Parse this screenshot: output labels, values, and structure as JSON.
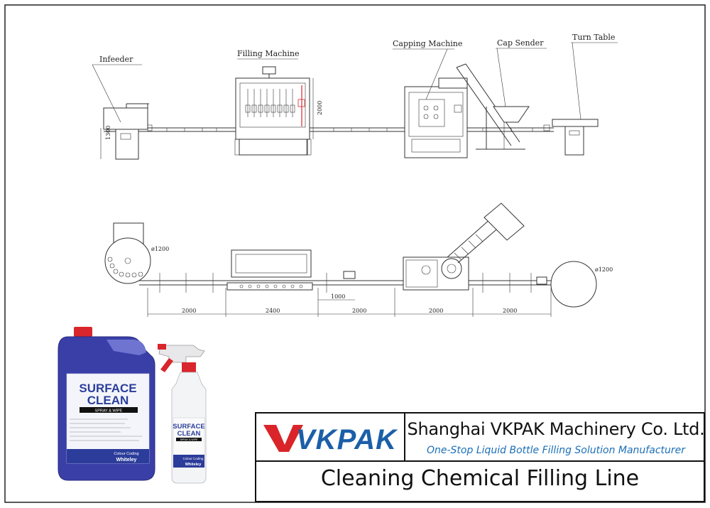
{
  "labels": {
    "infeeder": "Infeeder",
    "filling_machine": "Filling Machine",
    "capping_machine": "Capping Machine",
    "cap_sender": "Cap Sender",
    "turn_table": "Turn Table"
  },
  "dimensions": {
    "infeeder_height": "1300",
    "filler_height": "2000",
    "turntable_left_dia": "ø1200",
    "turntable_right_dia": "ø1200",
    "seg1": "2000",
    "seg2": "2400",
    "seg3a": "1000",
    "seg3b": "2000",
    "seg4": "2000",
    "seg5": "2000"
  },
  "product": {
    "jug_brand_line1": "SURFACE",
    "jug_brand_line2": "CLEAN",
    "jug_sub": "SPRAY & WIPE",
    "jug_tag": "Colour Coding",
    "jug_maker": "Whiteley",
    "spray_brand_line1": "SURFACE",
    "spray_brand_line2": "CLEAN",
    "spray_sub": "SPRAY & WIPE",
    "spray_tag": "Colour Coding",
    "spray_maker": "Whiteley"
  },
  "titleblock": {
    "logo_text": "VKPAK",
    "company": "Shanghai VKPAK Machinery Co. Ltd.",
    "tagline": "One-Stop Liquid Bottle Filling Solution Manufacturer",
    "drawing_title": "Cleaning Chemical Filling Line"
  },
  "colors": {
    "logo_red": "#d9252a",
    "logo_blue": "#1b5fa8",
    "tagline_blue": "#1b6fb8",
    "jug_blue": "#3a3fa8",
    "cap_red": "#d8262c"
  }
}
